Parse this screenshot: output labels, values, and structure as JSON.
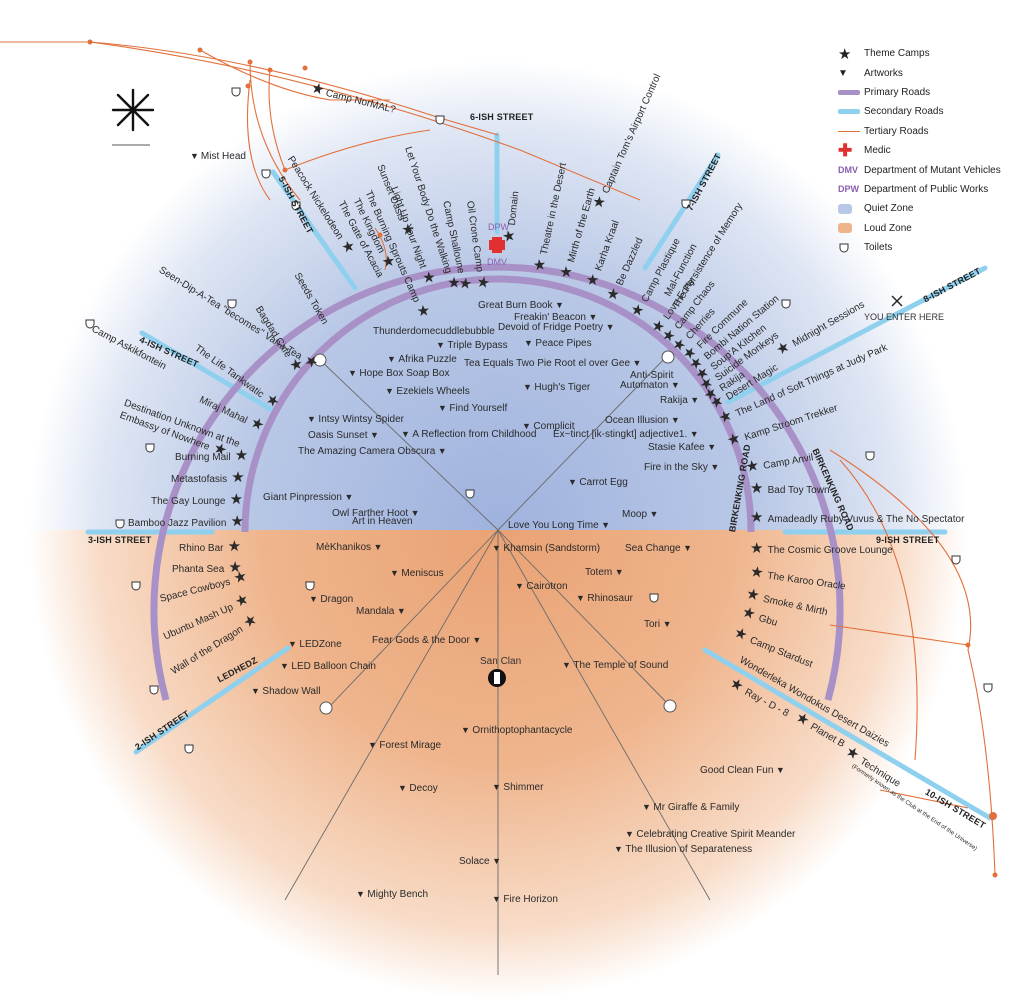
{
  "colors": {
    "primary_road": "#a891c6",
    "secondary_road": "#8fd0ee",
    "tertiary_road": "#e2703a",
    "medic": "#e03030",
    "dmv": "#8a5fb0",
    "quiet_zone": "#b9c8e6",
    "loud_zone": "#eeb48a"
  },
  "legend": {
    "items": [
      {
        "icon": "star-icon",
        "label": "Theme Camps"
      },
      {
        "icon": "triangle-icon",
        "label": "Artworks"
      },
      {
        "icon": "primary-road-line",
        "label": "Primary Roads"
      },
      {
        "icon": "secondary-road-line",
        "label": "Secondary Roads"
      },
      {
        "icon": "tertiary-road-line",
        "label": "Tertiary Roads"
      },
      {
        "icon": "medic-cross-icon",
        "label": "Medic"
      },
      {
        "icon": "dmv-abbr",
        "abbr": "DMV",
        "label": "Department of Mutant Vehicles"
      },
      {
        "icon": "dpw-abbr",
        "abbr": "DPW",
        "label": "Department of Public Works"
      },
      {
        "icon": "quiet-zone-swatch",
        "label": "Quiet Zone"
      },
      {
        "icon": "loud-zone-swatch",
        "label": "Loud Zone"
      },
      {
        "icon": "toilet-icon",
        "label": "Toilets"
      }
    ]
  },
  "streets": {
    "s2": "2-ISH STREET",
    "s3": "3-ISH STREET",
    "s4": "4-ISH STREET",
    "s5": "5-ISH STREET",
    "s6": "6-ISH STREET",
    "s7": "7-ISH STREET",
    "s8": "8-ISH STREET",
    "s9": "9-ISH STREET",
    "s10": "10-ISH STREET",
    "ring": "BIRKENKING ROAD",
    "ledhedz": "LEDHEDZ"
  },
  "entrance": "YOU ENTER HERE",
  "center": "San Clan",
  "dpw_label": "DPW",
  "dmv_label": "DMV",
  "top_camp": "Camp NorMAL?",
  "mist_head": "Mist Head",
  "theme_camps": {
    "left": [
      "Bamboo Jazz Pavilion",
      "The Gay Lounge",
      "Metastofasis",
      "Burning Mail",
      "Destination Unknown at the Embassy of Nowhere",
      "Miraj Mahal",
      "The Life Tankwatic",
      "Seen-Dip-A-Tea \"becomes\" Van-i-Tea",
      "Camp Askikfontein",
      "Bagdad Cafe",
      "Seeds Token"
    ],
    "lower_left": [
      "Rhino Bar",
      "Phanta Sea",
      "Space Cowboys",
      "Ubuntu Mash Up",
      "Wall of the Dragon"
    ],
    "top": [
      "Peacock Nickelodeon",
      "The Gate of Acacia",
      "The Kingdom",
      "The Burning Sprouts Camp",
      "Sunset Oasis",
      "Light Up Your Night",
      "Let Your Body Do the Walking",
      "Camp Shalloune",
      "Oil Crone Camp",
      "Domain",
      "Theatre in the Desert",
      "Mirth of the Earth",
      "Karha Kraal",
      "Be Dazzled",
      "Captain Tom's Airport Control"
    ],
    "right": [
      "Camp Plastique",
      "Mal-Function",
      "The Persistence of Memory",
      "Love Forty",
      "Camp Chaos",
      "Cherries",
      "Fire Commune",
      "Bombi Nation Station",
      "Soup'A Kitchen",
      "Suicide Monkeys",
      "Rakija",
      "Desert Magic",
      "Midnight Sessions",
      "The Land of Soft Things at Judy Park",
      "Kamp Stroom Trekker",
      "Camp Anvil",
      "Bad Toy Town",
      "Amadeadly Ruby Vuvus & The No Spectator"
    ],
    "lower_right": [
      "The Cosmic Groove Lounge",
      "The Karoo Oracle",
      "Smoke & Mirth",
      "Gbu",
      "Camp Stardust",
      "Wonderleka Wondokus Desert Daizies",
      "Ray - D - 8",
      "Planet B",
      "Technique",
      "(Formerly known as the Club at the End of the Universe)"
    ]
  },
  "artworks": {
    "upper": [
      "Great Burn Book",
      "Freakin' Beacon",
      "Devoid of Fridge Poetry",
      "Thunderdomecuddlebubble",
      "Triple Bypass",
      "Peace Pipes",
      "Afrika Puzzle",
      "Tea Equals Two Pie Root el over Gee",
      "Hope Box Soap Box",
      "Anti-Spirit",
      "Automaton",
      "Ezekiels Wheels",
      "Hugh's Tiger",
      "Rakija",
      "Find Yourself",
      "Intsy Wintsy Spider",
      "Ocean Illusion",
      "Complicit",
      "Oasis Sunset",
      "A Reflection from Childhood",
      "Ex~tinct [ik-stingkt] adjective1.",
      "Stasie Kafee",
      "The Amazing Camera Obscura",
      "Fire in the Sky",
      "Carrot Egg",
      "Giant Pinpression",
      "Owl Farther Hoot",
      "Art in Heaven",
      "Moop",
      "Love You Long Time"
    ],
    "lower": [
      "MèKhanikos",
      "Khamsin (Sandstorm)",
      "Sea Change",
      "Meniscus",
      "Totem",
      "Cairotron",
      "Dragon",
      "Rhinosaur",
      "Mandala",
      "Tori",
      "LEDZone",
      "Fear Gods & the Door",
      "LED Balloon Chain",
      "The Temple of Sound",
      "Shadow Wall",
      "Ornithoptophantacycle",
      "Forest Mirage",
      "Good Clean Fun",
      "Decoy",
      "Shimmer",
      "Mr Giraffe & Family",
      "Celebrating Creative Spirit Meander",
      "The Illusion of Separateness",
      "Solace",
      "Mighty Bench",
      "Fire Horizon"
    ]
  }
}
